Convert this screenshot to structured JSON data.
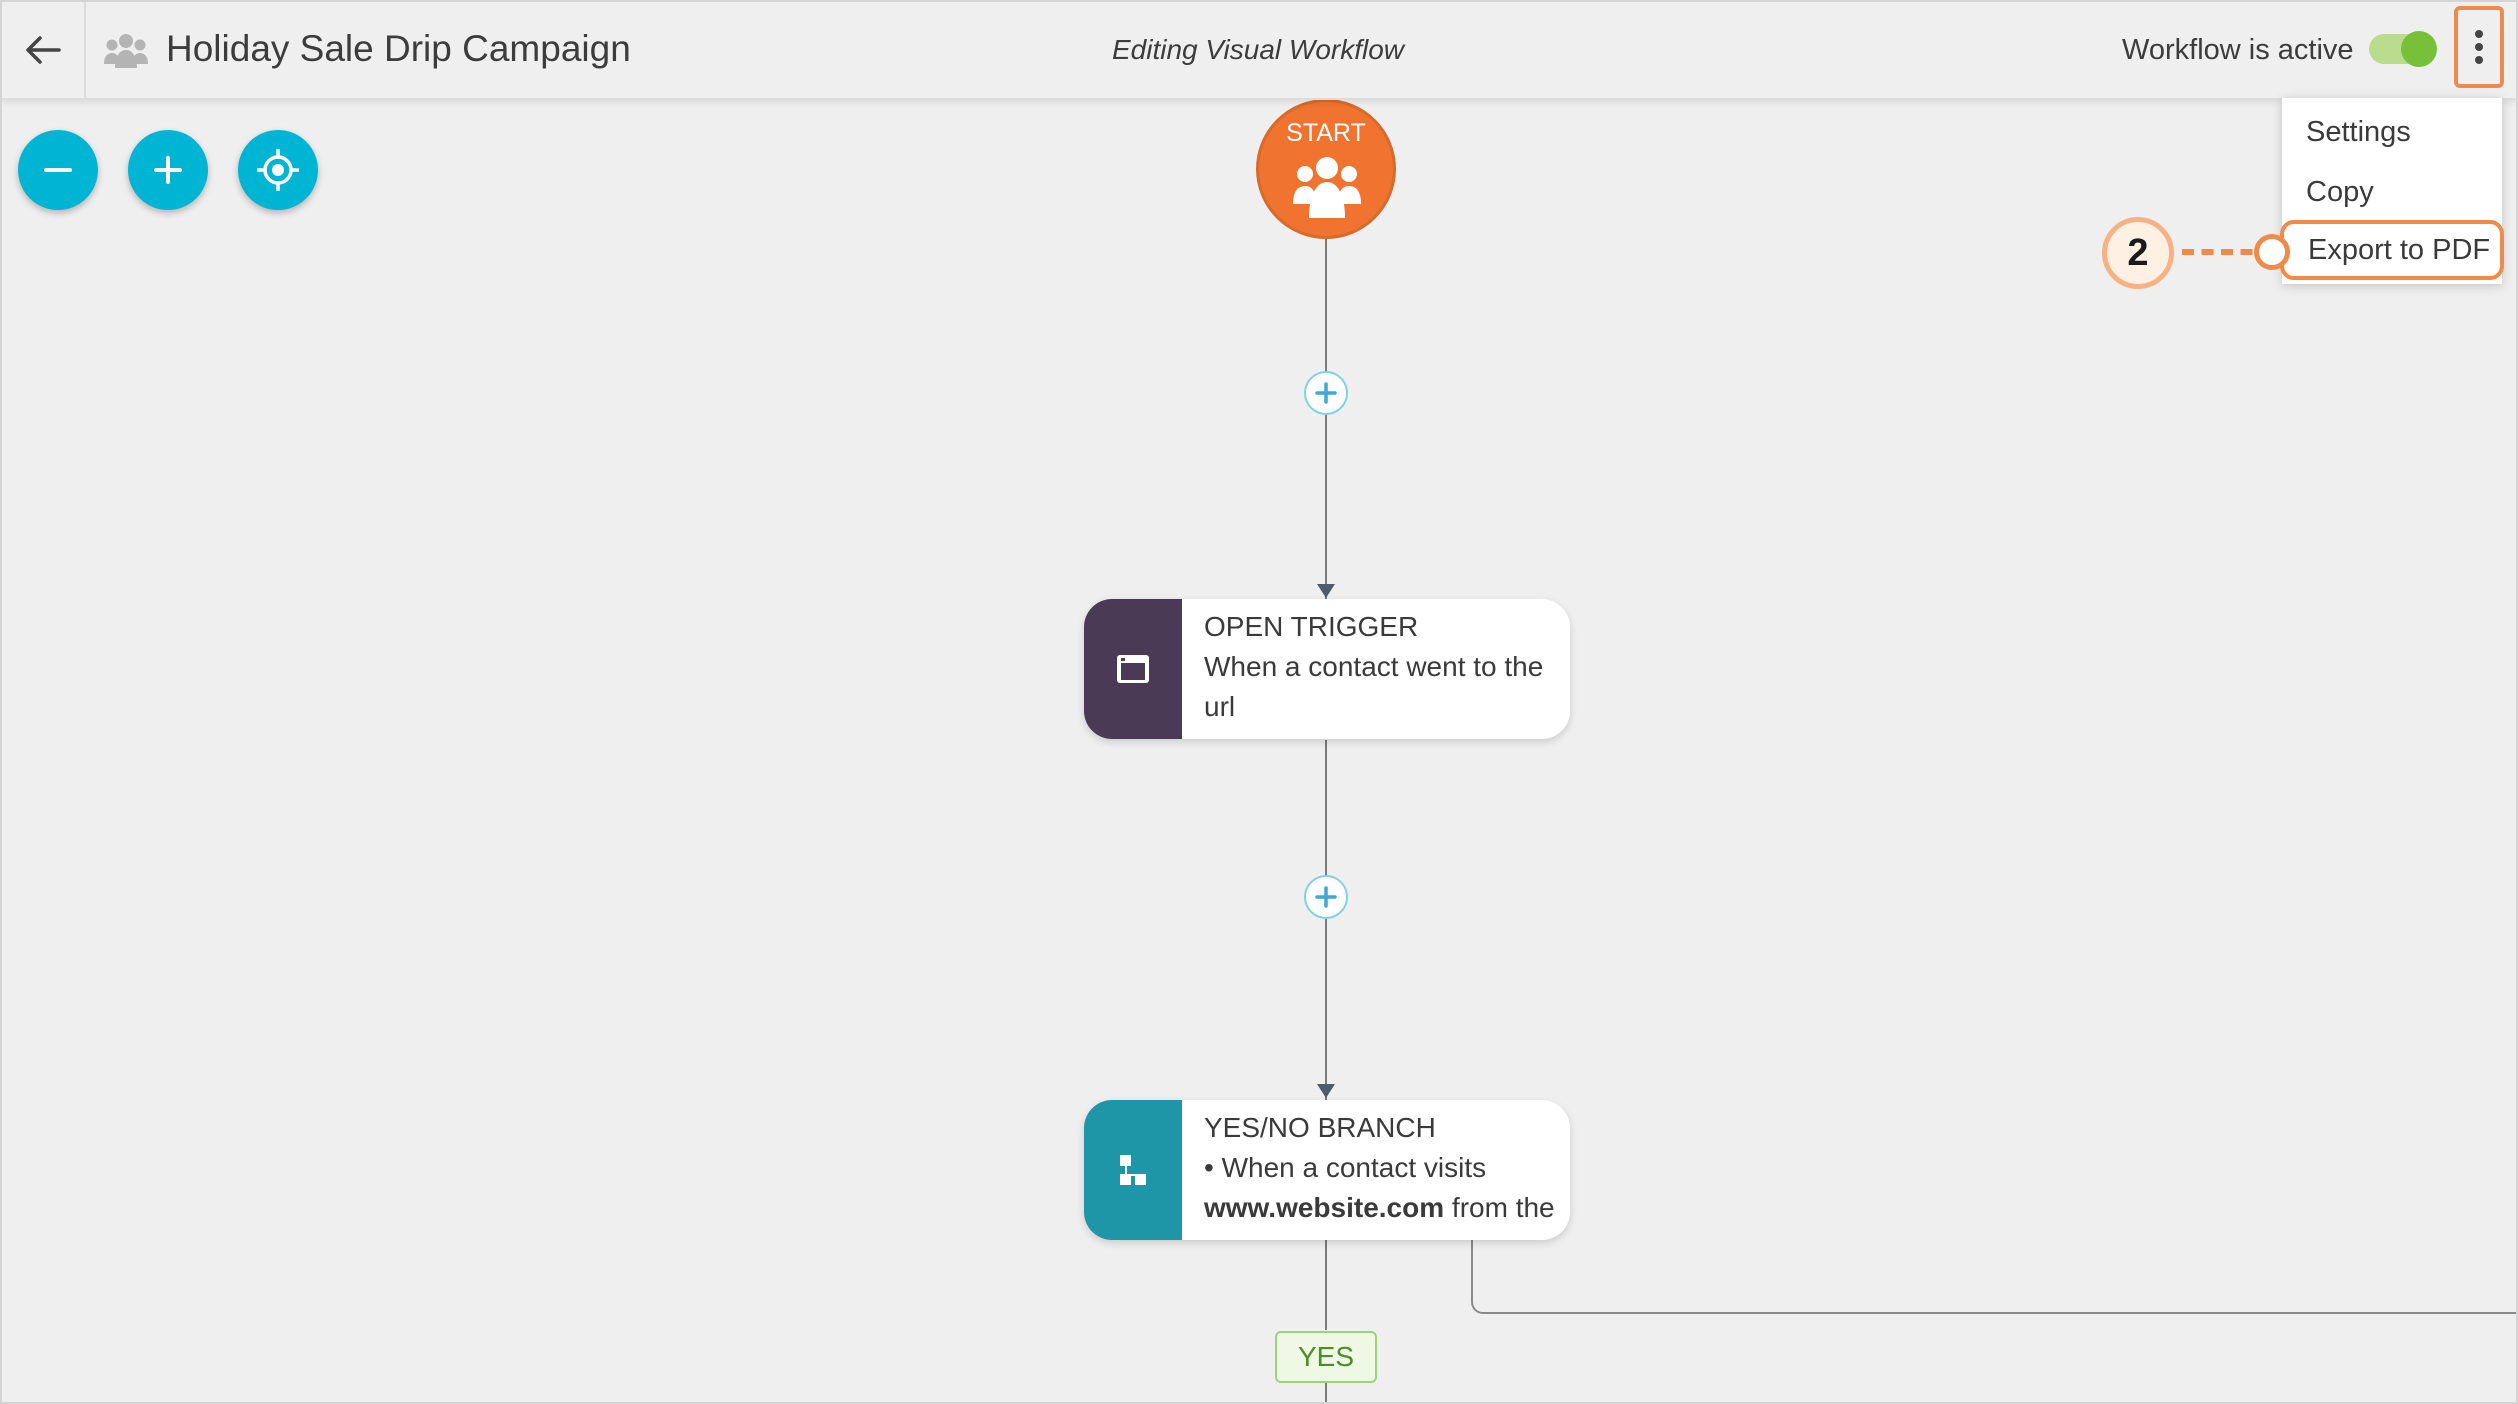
{
  "header": {
    "title": "Holiday Sale Drip Campaign",
    "mode": "Editing Visual Workflow",
    "status_label": "Workflow is active",
    "toggle_on": true
  },
  "menu": {
    "items": [
      "Settings",
      "Copy",
      "Export to PDF"
    ]
  },
  "callout": {
    "number": "2"
  },
  "start": {
    "label": "START"
  },
  "nodes": {
    "open_trigger": {
      "title": "OPEN TRIGGER",
      "line1": "When a contact went to the",
      "line2": "url"
    },
    "branch": {
      "title": "YES/NO BRANCH",
      "line1": "• When a contact visits",
      "line2_bold": "www.website.com",
      "line2_rest": " from the"
    }
  },
  "yes_label": "YES",
  "colors": {
    "accent": "#00b4d3",
    "start": "#f07430",
    "trigger": "#4a3a56",
    "branch": "#1f96a8",
    "highlight": "#f08a4b",
    "toggle": "#78c03a"
  },
  "icons": [
    "back-arrow-icon",
    "group-icon",
    "more-vertical-icon",
    "minus-icon",
    "plus-icon",
    "target-icon",
    "users-icon",
    "browser-window-icon",
    "branch-icon",
    "add-step-icon"
  ]
}
